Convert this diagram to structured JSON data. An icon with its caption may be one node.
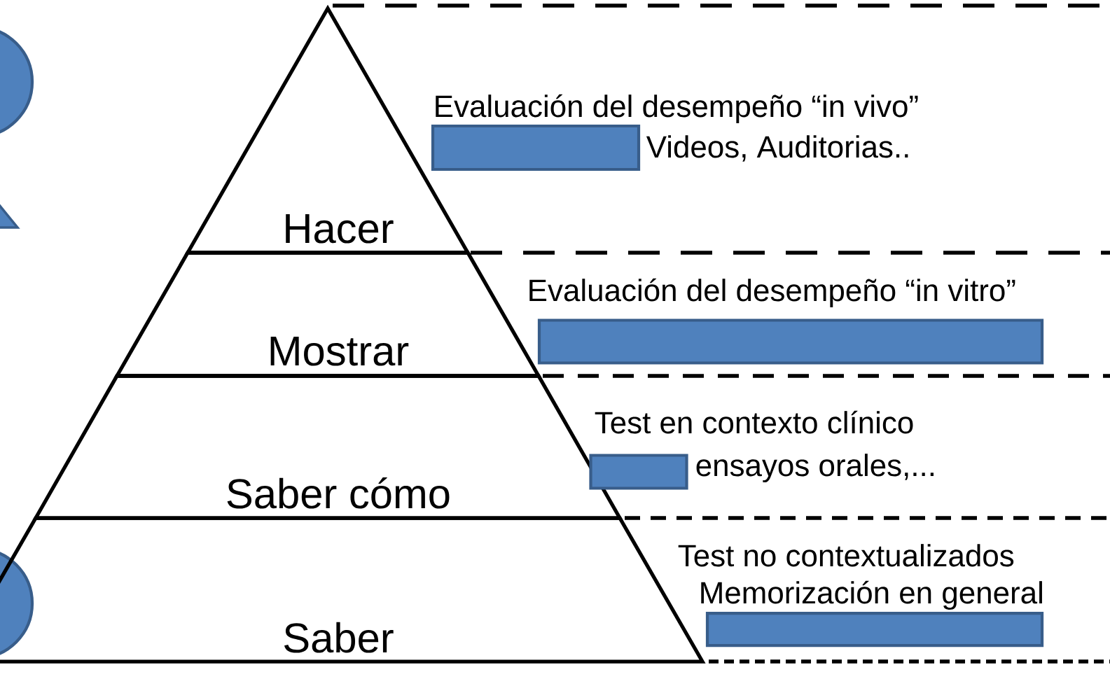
{
  "diagram": {
    "nodes": [
      {
        "text": [
          "Hacer"
        ]
      },
      {
        "text": [
          "Mostrar"
        ]
      },
      {
        "text": [
          "Saber cómo"
        ]
      },
      {
        "text": [
          "Saber"
        ]
      },
      {
        "text": [],
        "shape": "circle"
      },
      {
        "text": [],
        "shape": "triangle"
      },
      {
        "text": [],
        "shape": "circle"
      },
      {
        "text": [],
        "shape": "bar"
      },
      {
        "text": [],
        "shape": "bar"
      },
      {
        "text": [],
        "shape": "bar"
      },
      {
        "text": [],
        "shape": "bar"
      }
    ],
    "labels": [
      "Evaluación del desempeño “in vivo”",
      "Videos, Auditorias..",
      "Evaluación del desempeño “in vitro”",
      "Test en contexto clínico",
      "ensayos orales,...",
      "Test no contextualizados",
      "Memorización en general"
    ]
  }
}
